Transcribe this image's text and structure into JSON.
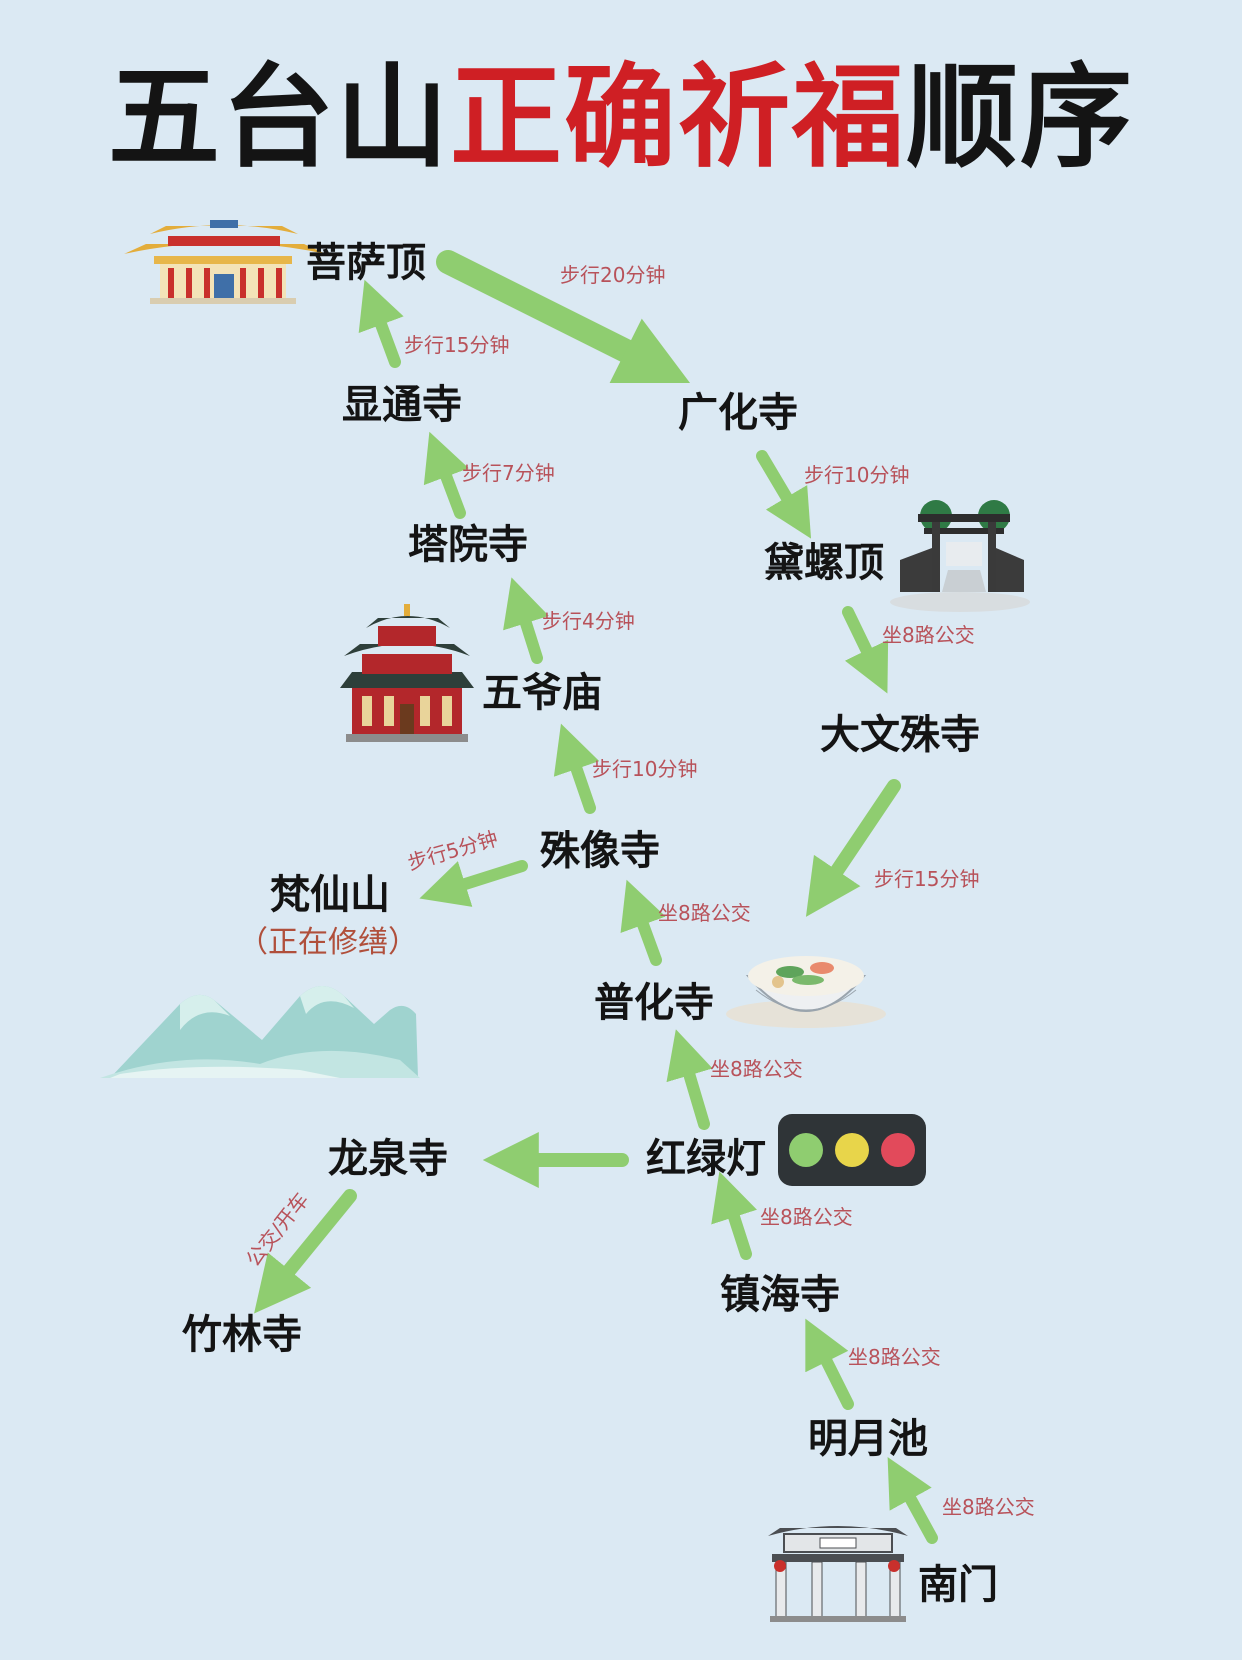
{
  "title": {
    "part1": "五台山",
    "part2": "正确祈福",
    "part3": "顺序"
  },
  "colors": {
    "arrow": "#8fcd70",
    "title_red": "#cf1f24",
    "label": "#b8525a",
    "bg": "#dbe9f3"
  },
  "nodes": {
    "pusading": "菩萨顶",
    "xiantongsi": "显通寺",
    "guanghuasi": "广化寺",
    "tayuansi": "塔院寺",
    "dailuoding": "黛螺顶",
    "wuyemiao": "五爷庙",
    "dawenshusi": "大文殊寺",
    "shuxiangsi": "殊像寺",
    "fanxianshan": "梵仙山",
    "fanxianshan_note": "（正在修缮）",
    "puhuasi": "普化寺",
    "longquansi": "龙泉寺",
    "hongludeng": "红绿灯",
    "zhuinsi": "竹林寺",
    "zhenhaisi": "镇海寺",
    "mingyuechi": "明月池",
    "nanmen": "南门"
  },
  "edges": {
    "pusa_guanghua": "步行20分钟",
    "xiantong_pusa": "步行15分钟",
    "guanghua_dailuo": "步行10分钟",
    "tayuan_xiantong": "步行7分钟",
    "wuye_tayuan": "步行4分钟",
    "dailuo_dawenshu": "坐8路公交",
    "shuxiang_wuye": "步行10分钟",
    "shuxiang_fanxian": "步行5分钟",
    "dawenshu_puhua": "步行15分钟",
    "puhua_shuxiang": "坐8路公交",
    "hongludeng_puhua": "坐8路公交",
    "longquan_zhulin": "公交/开车",
    "zhenhai_hongludeng": "坐8路公交",
    "mingyue_zhenhai": "坐8路公交",
    "nanmen_mingyue": "坐8路公交"
  },
  "icons": [
    "temple-icon",
    "torii-gate-icon",
    "pagoda-temple-icon",
    "mountain-icon",
    "noodle-bowl-icon",
    "traffic-light-icon",
    "gate-archway-icon"
  ]
}
